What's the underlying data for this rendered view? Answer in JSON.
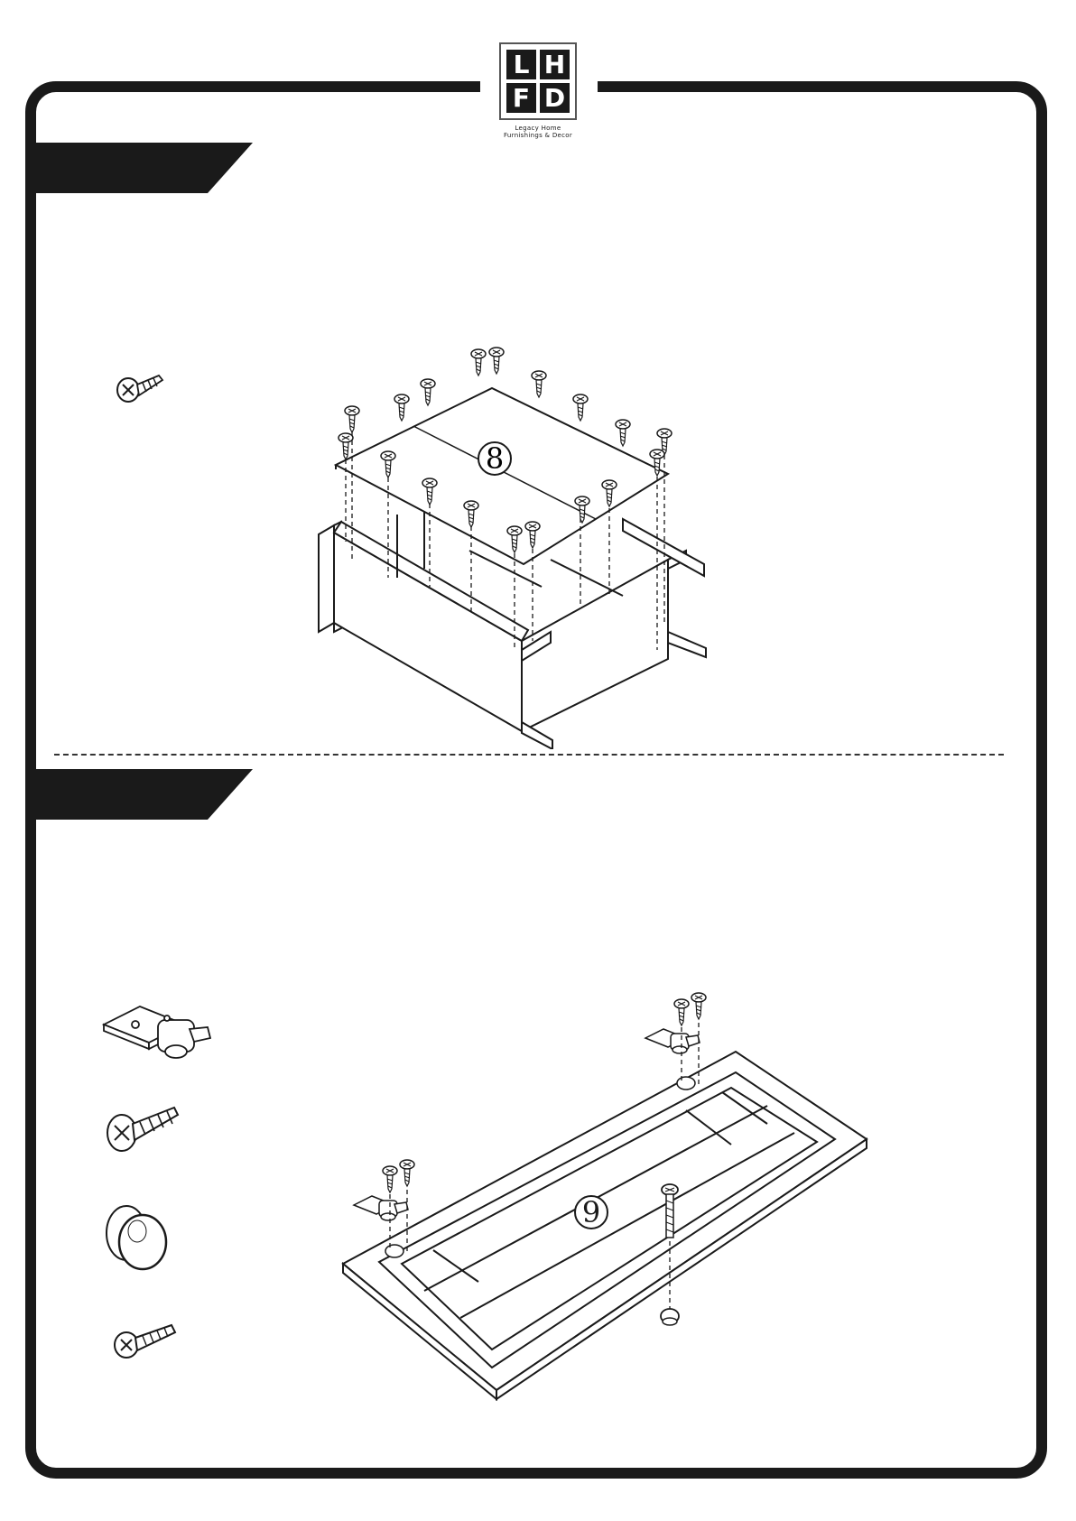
{
  "logo": {
    "letters": [
      "L",
      "H",
      "F",
      "D"
    ],
    "line1": "Legacy Home",
    "line2": "Furnishings & Decor"
  },
  "steps": [
    {
      "part_callout": "8"
    },
    {
      "part_callout": "9"
    }
  ]
}
